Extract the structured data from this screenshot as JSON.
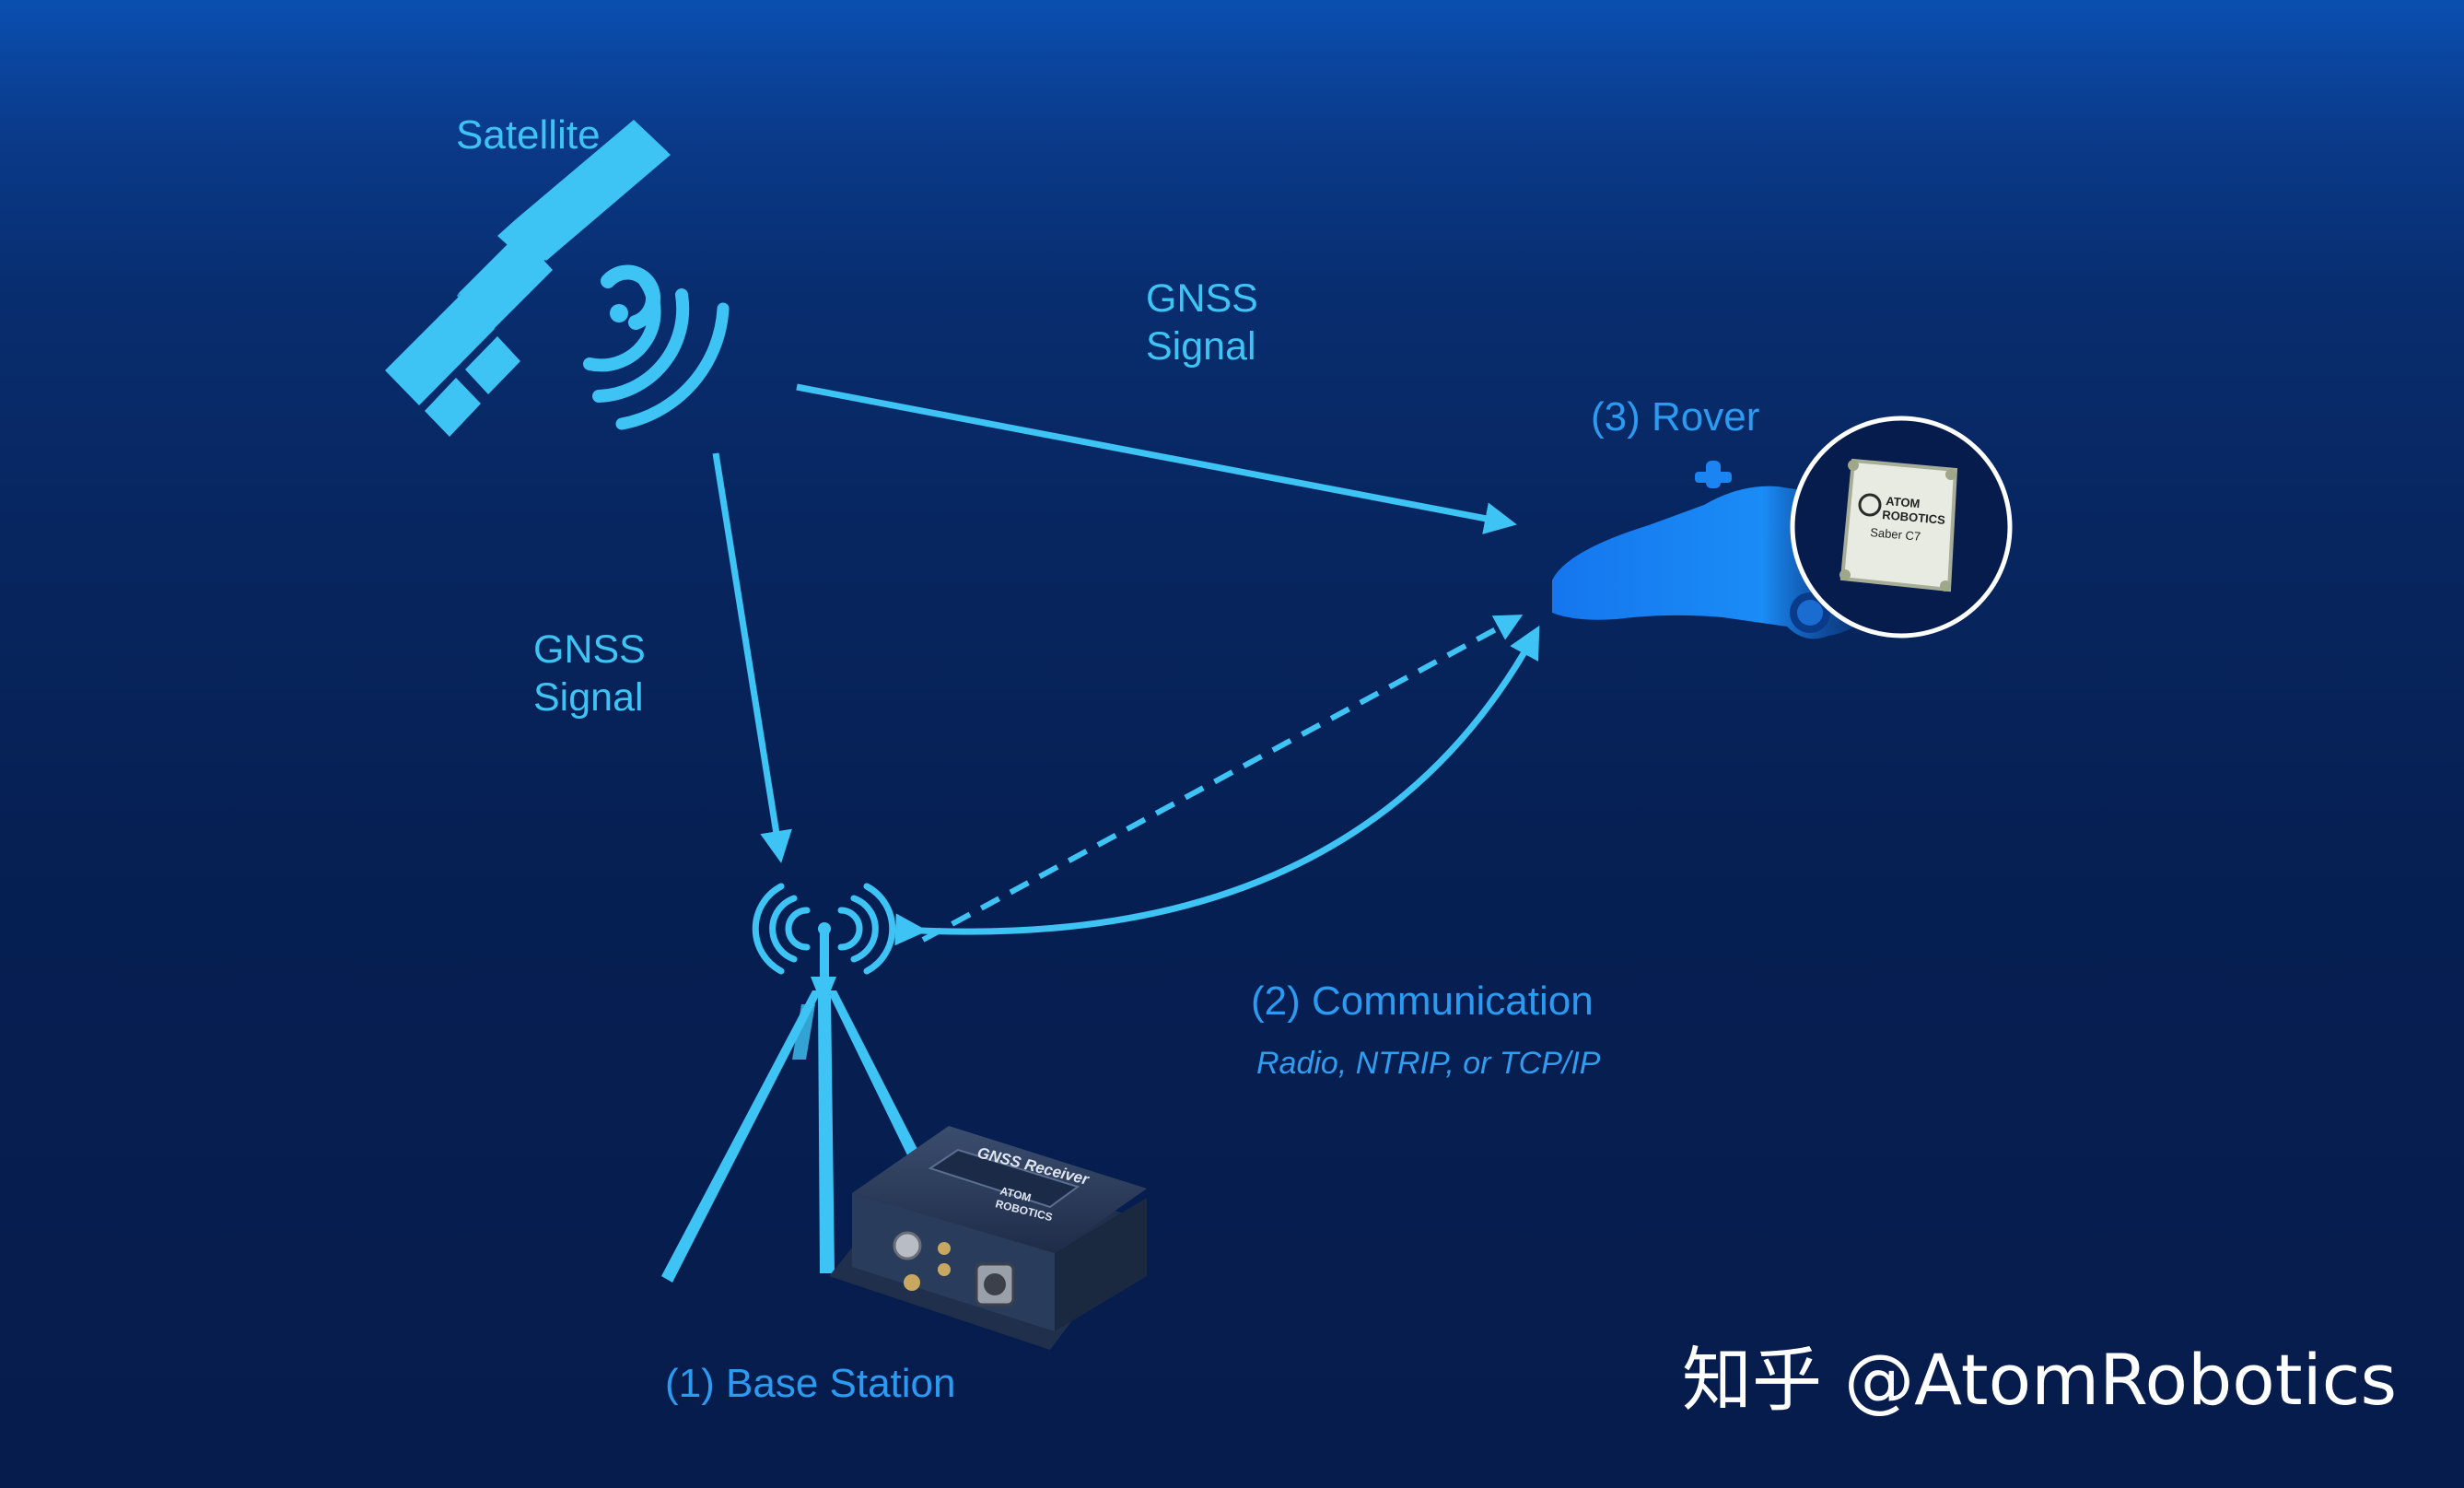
{
  "labels": {
    "satellite": "Satellite",
    "gnss_signal_top_line1": "GNSS",
    "gnss_signal_top_line2": "Signal",
    "gnss_signal_left_line1": "GNSS",
    "gnss_signal_left_line2": "Signal",
    "rover": "(3) Rover",
    "communication": "(2) Communication",
    "communication_methods": "Radio, NTRIP, or TCP/IP",
    "base_station": "(1) Base Station"
  },
  "receiver_box": {
    "title": "GNSS Receiver",
    "brand_line1": "ATOM",
    "brand_line2": "ROBOTICS"
  },
  "rover_module": {
    "brand_line1": "ATOM",
    "brand_line2": "ROBOTICS",
    "model": "Saber C7"
  },
  "watermark": "知乎 @AtomRobotics",
  "colors": {
    "background_top": "#0a4fb0",
    "background_bottom": "#061c4c",
    "signal_cyan": "#3ec4f4",
    "label_blue": "#2b9bf2"
  },
  "icons": [
    "satellite-icon",
    "radio-tower-icon",
    "tripod-icon",
    "car-icon",
    "gnss-module-icon"
  ]
}
